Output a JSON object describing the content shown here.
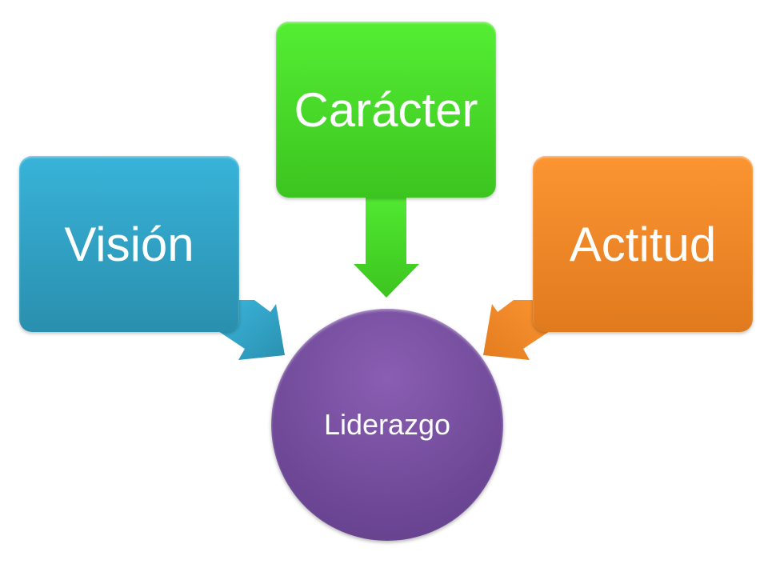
{
  "nodes": {
    "vision": {
      "label": "Visión",
      "color": "#31a3c6"
    },
    "caracter": {
      "label": "Carácter",
      "color": "#48d828"
    },
    "actitud": {
      "label": "Actitud",
      "color": "#f18828"
    },
    "liderazgo": {
      "label": "Liderazgo",
      "color": "#7750a0"
    }
  },
  "edges": [
    {
      "from": "Visión",
      "to": "Liderazgo"
    },
    {
      "from": "Carácter",
      "to": "Liderazgo"
    },
    {
      "from": "Actitud",
      "to": "Liderazgo"
    }
  ]
}
